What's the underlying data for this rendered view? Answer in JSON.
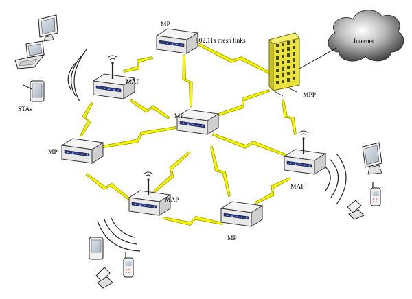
{
  "labels": {
    "mp_top": "MP",
    "mesh_links": "802.11s mesh links",
    "internet": "Internet",
    "map_left": "MAP",
    "stas": "STAs",
    "mp_center": "MP",
    "mpp": "MPP",
    "mp_left": "MP",
    "map_bottom_left": "MAP",
    "map_right": "MAP",
    "mp_bottom": "MP"
  },
  "colors": {
    "link": "#f5f500",
    "link_stroke": "#9a9a00",
    "node_top": "#f4f4f4",
    "node_side": "#cfcfcf",
    "node_front": "#e8e8e8",
    "led_panel": "#2a3a8a",
    "mpp_body": "#e9e23a",
    "cloud": "#555555"
  }
}
